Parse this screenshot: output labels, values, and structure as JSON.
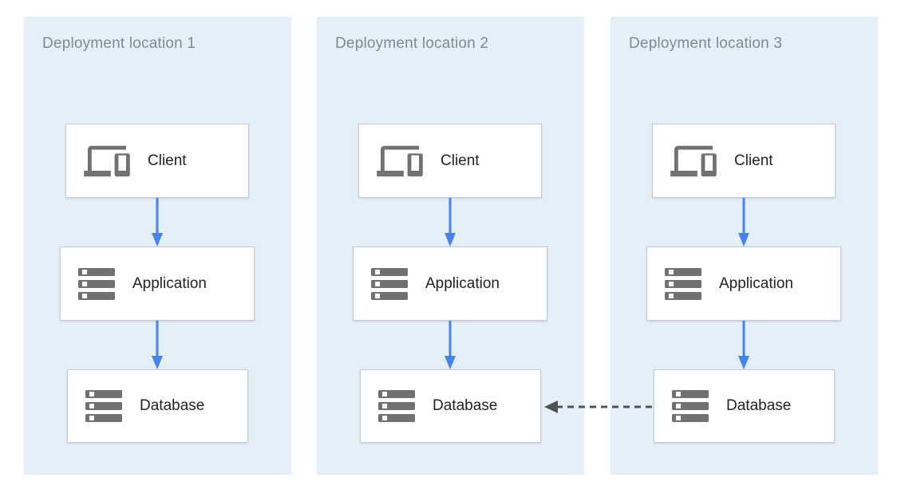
{
  "diagram": {
    "panels": [
      {
        "title": "Deployment location 1",
        "nodes": [
          {
            "label": "Client",
            "icon": "devices-icon"
          },
          {
            "label": "Application",
            "icon": "server-stack-icon"
          },
          {
            "label": "Database",
            "icon": "server-stack-icon"
          }
        ]
      },
      {
        "title": "Deployment location 2",
        "nodes": [
          {
            "label": "Client",
            "icon": "devices-icon"
          },
          {
            "label": "Application",
            "icon": "server-stack-icon"
          },
          {
            "label": "Database",
            "icon": "server-stack-icon"
          }
        ]
      },
      {
        "title": "Deployment location 3",
        "nodes": [
          {
            "label": "Client",
            "icon": "devices-icon"
          },
          {
            "label": "Application",
            "icon": "server-stack-icon"
          },
          {
            "label": "Database",
            "icon": "server-stack-icon"
          }
        ]
      }
    ],
    "connections": {
      "within_panel": [
        "Client → Application",
        "Application → Database"
      ],
      "within_panel_style": "solid blue arrow",
      "cross_panel": {
        "from": "Database (Deployment location 3)",
        "to": "Database (Deployment location 2)",
        "style": "dashed gray arrow"
      }
    }
  },
  "colors": {
    "canvas_bg": "#ffffff",
    "panel_bg": "#e4effa",
    "panel_title": "#81898f",
    "node_bg": "#ffffff",
    "node_border": "#c9cccf",
    "node_label": "#1f2124",
    "icon_gray": "#6f7173",
    "arrow_blue": "#4284f4",
    "arrow_gray": "#515456"
  }
}
